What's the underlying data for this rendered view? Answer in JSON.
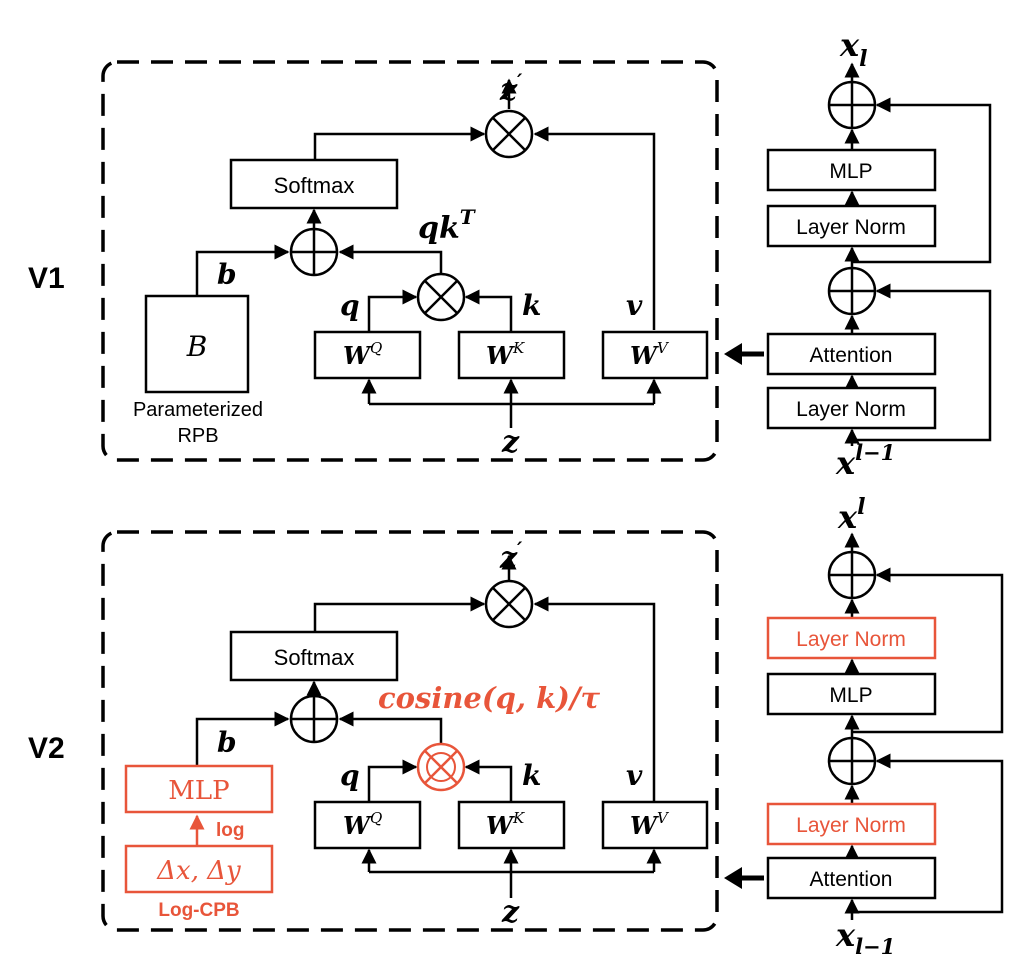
{
  "colors": {
    "ink": "#000000",
    "accent": "#e8553a",
    "background": "#ffffff"
  },
  "v1": {
    "label": "V1",
    "softmax": "Softmax",
    "b_label": "b",
    "B_box": "B",
    "rpb_line1": "Parameterized",
    "rpb_line2": "RPB",
    "qkT_base": "qk",
    "qkT_sup": "T",
    "q": "q",
    "k": "k",
    "v": "v",
    "z_top": "z",
    "z_prime": "′",
    "z_bottom": "z",
    "W": "W",
    "WQ_sup": "Q",
    "WK_sup": "K",
    "WV_sup": "V",
    "block": {
      "out_base": "x",
      "out_sub": "l",
      "mlp": "MLP",
      "norm_top": "Layer Norm",
      "attention": "Attention",
      "norm_bottom": "Layer Norm",
      "in_base": "x",
      "in_sup": "l−1"
    }
  },
  "v2": {
    "label": "V2",
    "softmax": "Softmax",
    "b_label": "b",
    "mlp_box": "MLP",
    "log_label": "log",
    "delta_box": "Δx, Δy",
    "cpb_label": "Log-CPB",
    "cosine_label": "cosine(q, k)/τ",
    "q": "q",
    "k": "k",
    "v": "v",
    "z_top": "z",
    "z_prime": "′",
    "z_bottom": "z",
    "W": "W",
    "WQ_sup": "Q",
    "WK_sup": "K",
    "WV_sup": "V",
    "block": {
      "out_base": "x",
      "out_sup": "l",
      "norm_top": "Layer Norm",
      "mlp": "MLP",
      "norm_bottom": "Layer Norm",
      "attention": "Attention",
      "in_base": "x",
      "in_sub": "l−1"
    }
  }
}
